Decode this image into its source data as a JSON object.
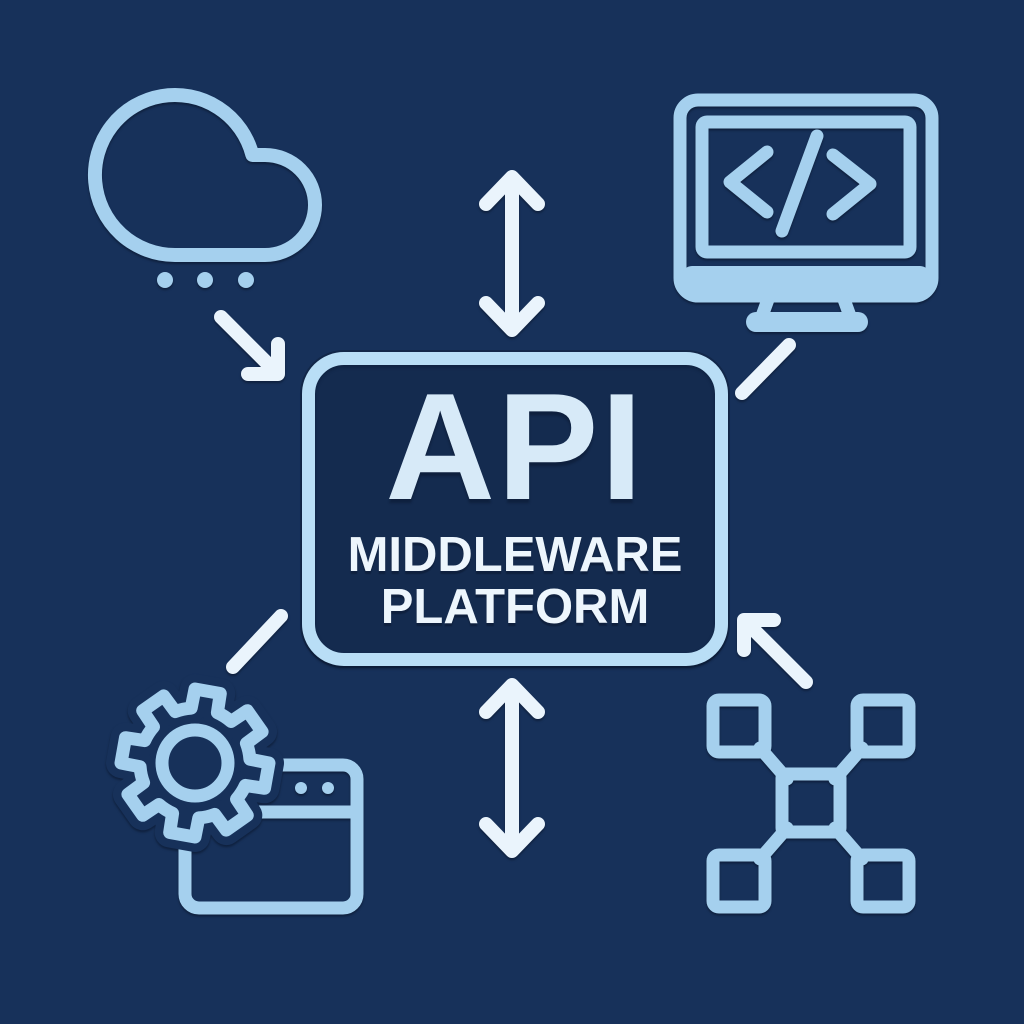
{
  "colors": {
    "background": "#17315a",
    "panel_fill": "#142b4f",
    "panel_border": "#b9def6",
    "icon_stroke": "#a5d0ee",
    "arrow": "#eaf4fc",
    "title_text": "#d7eaf8",
    "subtitle_text": "#edf6fd"
  },
  "diagram": {
    "center_box": {
      "title": "API",
      "subtitle_line1": "MIDDLEWARE",
      "subtitle_line2": "PLATFORM"
    },
    "nodes": [
      {
        "id": "cloud",
        "icon": "cloud-icon",
        "position": "top-left"
      },
      {
        "id": "code",
        "icon": "code-monitor-icon",
        "position": "top-right"
      },
      {
        "id": "settings",
        "icon": "gear-browser-window-icon",
        "position": "bottom-left"
      },
      {
        "id": "network",
        "icon": "network-nodes-icon",
        "position": "bottom-right"
      }
    ],
    "connectors": [
      {
        "id": "top-vertical",
        "type": "double-headed-vertical-arrow",
        "between": [
          "top-edge",
          "center-box"
        ]
      },
      {
        "id": "bottom-vertical",
        "type": "double-headed-vertical-arrow",
        "between": [
          "center-box",
          "bottom-edge"
        ]
      },
      {
        "id": "cloud-to-box",
        "type": "arrow-toward-box",
        "between": [
          "cloud",
          "center-box"
        ]
      },
      {
        "id": "monitor-to-box",
        "type": "plain-line",
        "between": [
          "code",
          "center-box"
        ]
      },
      {
        "id": "gear-to-box",
        "type": "plain-line",
        "between": [
          "settings",
          "center-box"
        ]
      },
      {
        "id": "network-to-box",
        "type": "arrow-toward-box",
        "between": [
          "network",
          "center-box"
        ]
      }
    ]
  }
}
